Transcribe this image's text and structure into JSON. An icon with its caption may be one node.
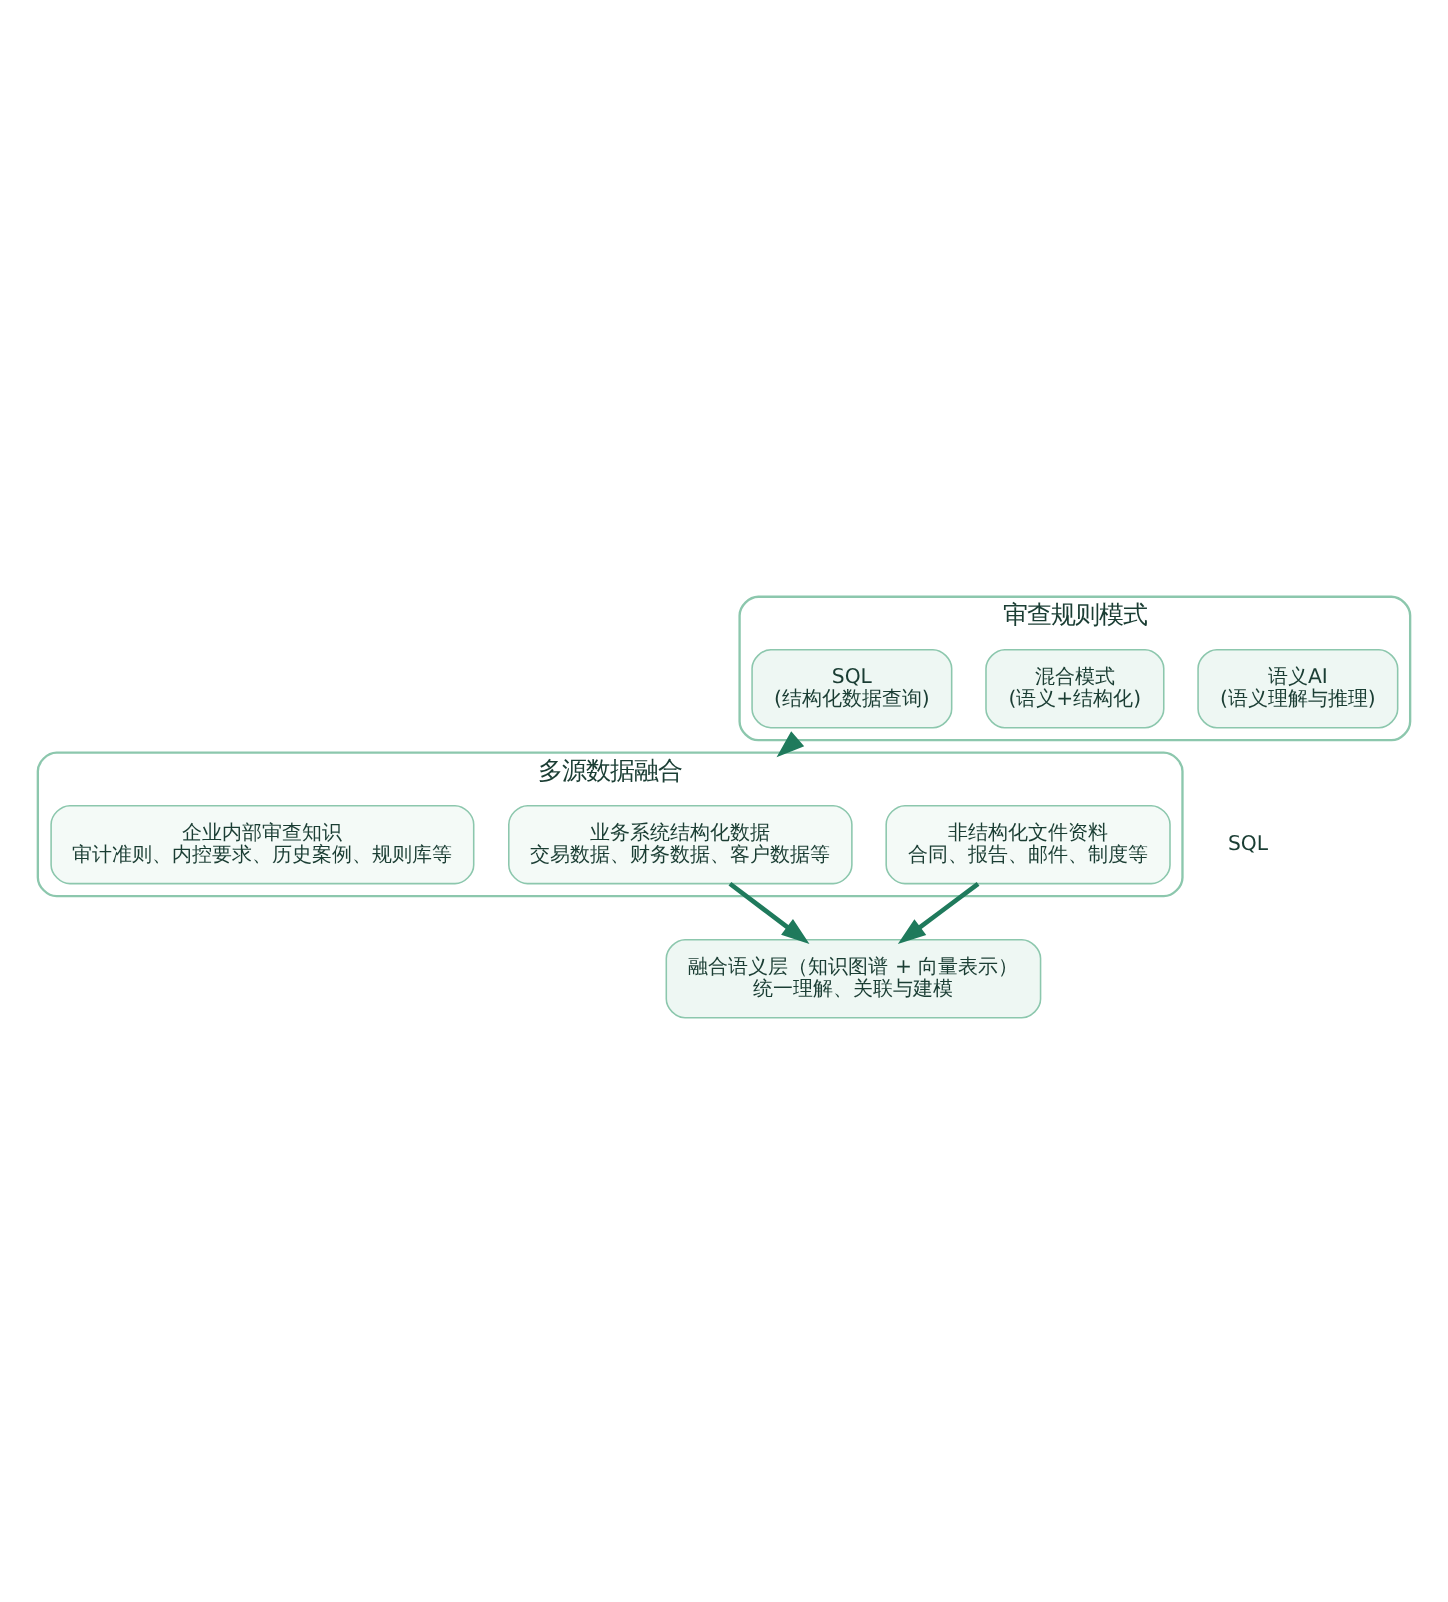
{
  "diagram": {
    "nodes": [
      {
        "text": [
          "审查规则模式"
        ]
      },
      {
        "text": [
          "语义AI",
          "(语义理解与推理)"
        ],
        "in": 0
      },
      {
        "text": [
          "SQL",
          "(结构化数据查询)"
        ],
        "in": 0
      },
      {
        "text": [
          "混合模式",
          "(语义+结构化)"
        ],
        "in": 0
      },
      {
        "text": [
          "多源数据融合"
        ]
      },
      {
        "text": [
          "非结构化文件资料",
          "合同、报告、邮件、制度等"
        ],
        "in": 4
      },
      {
        "text": [
          "业务系统结构化数据",
          "交易数据、财务数据、客户数据等"
        ],
        "in": 4
      },
      {
        "text": [
          "企业内部审查知识",
          "审计准则、内控要求、历史案例、规则库等"
        ],
        "in": 4
      },
      {
        "text": [
          "融合语义层（知识图谱 + 向量表示）",
          "统一理解、关联与建模"
        ]
      }
    ],
    "edges": [
      {
        "from": 0,
        "to": 4,
        "arrow": "to"
      },
      {
        "from": 5,
        "to": 8,
        "arrow": "to"
      },
      {
        "from": 6,
        "to": 8,
        "arrow": "to"
      }
    ],
    "labels": [
      "SQL"
    ]
  }
}
